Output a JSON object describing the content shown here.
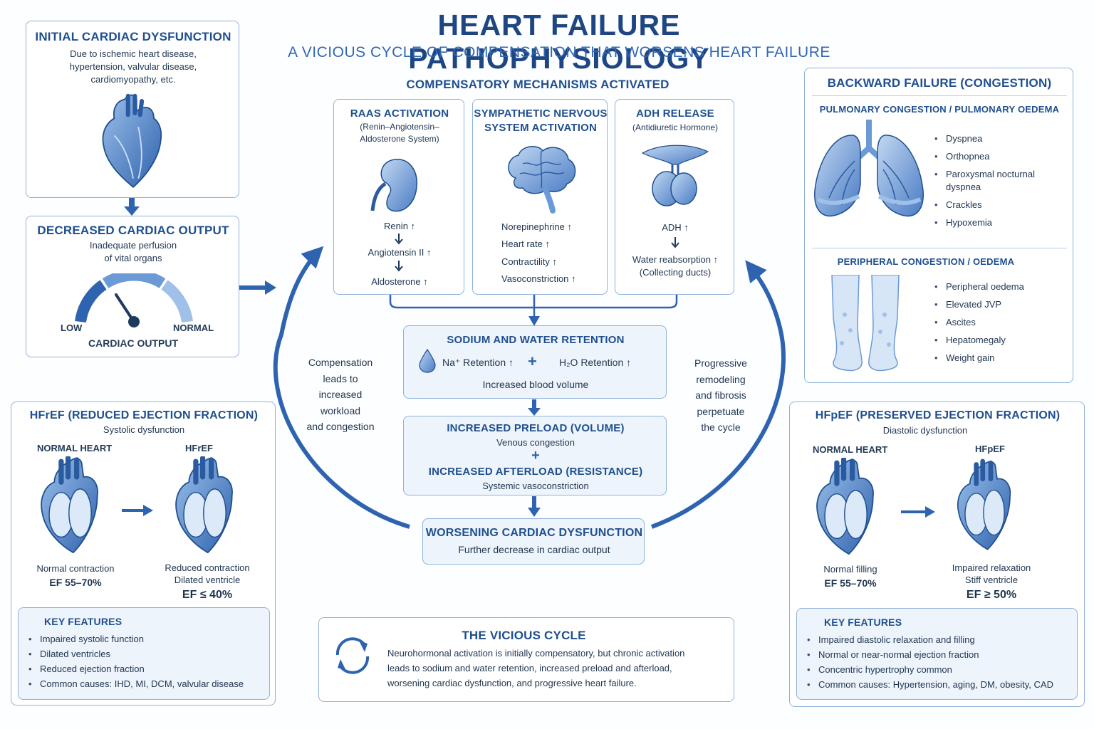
{
  "title": "HEART FAILURE PATHOPHYSIOLOGY",
  "subtitle": "A VICIOUS CYCLE OF COMPENSATION THAT WORSENS HEART FAILURE",
  "colors": {
    "primary": "#1f4f8f",
    "accent": "#2e63b0",
    "light": "#eef4fb",
    "border": "#8fb2db"
  },
  "initial": {
    "title": "INITIAL CARDIAC DYSFUNCTION",
    "lines": [
      "Due to ischemic heart disease,",
      "hypertension, valvular disease,",
      "cardiomyopathy, etc."
    ]
  },
  "decreased": {
    "title": "DECREASED CARDIAC OUTPUT",
    "lines": [
      "Inadequate perfusion",
      "of vital organs"
    ],
    "gauge_low": "LOW",
    "gauge_normal": "NORMAL",
    "gauge_label": "CARDIAC OUTPUT"
  },
  "compensatory_title": "COMPENSATORY MECHANISMS ACTIVATED",
  "raas": {
    "title": "RAAS ACTIVATION",
    "sub": [
      "(Renin–Angiotensin–",
      "Aldosterone System)"
    ],
    "steps": [
      "Renin ↑",
      "Angiotensin II ↑",
      "Aldosterone ↑"
    ]
  },
  "sns": {
    "title": [
      "SYMPATHETIC NERVOUS",
      "SYSTEM ACTIVATION"
    ],
    "items": [
      "Norepinephrine ↑",
      "Heart rate ↑",
      "Contractility ↑",
      "Vasoconstriction ↑"
    ]
  },
  "adh": {
    "title": "ADH RELEASE",
    "sub": "(Antidiuretic Hormone)",
    "item1": "ADH ↑",
    "item2": [
      "Water reabsorption ↑",
      "(Collecting ducts)"
    ]
  },
  "sodium": {
    "title": "SODIUM AND WATER RETENTION",
    "na": "Na⁺ Retention ↑",
    "plus": "+",
    "h2o": "H₂O Retention ↑",
    "volume": "Increased blood volume"
  },
  "preload": {
    "title1": "INCREASED PRELOAD (VOLUME)",
    "sub1": "Venous congestion",
    "plus": "+",
    "title2": "INCREASED AFTERLOAD (RESISTANCE)",
    "sub2": "Systemic vasoconstriction"
  },
  "worsening": {
    "title": "WORSENING CARDIAC DYSFUNCTION",
    "sub": "Further decrease in cardiac output"
  },
  "left_note": [
    "Compensation",
    "leads to",
    "increased",
    "workload",
    "and congestion"
  ],
  "right_note": [
    "Progressive",
    "remodeling",
    "and fibrosis",
    "perpetuate",
    "the cycle"
  ],
  "backward": {
    "title": "BACKWARD FAILURE (CONGESTION)",
    "pulm_title": "PULMONARY CONGESTION / PULMONARY OEDEMA",
    "pulm_items": [
      "Dyspnea",
      "Orthopnea",
      "Paroxysmal nocturnal dyspnea",
      "Crackles",
      "Hypoxemia"
    ],
    "periph_title": "PERIPHERAL CONGESTION / OEDEMA",
    "periph_items": [
      "Peripheral oedema",
      "Elevated JVP",
      "Ascites",
      "Hepatomegaly",
      "Weight gain"
    ]
  },
  "hfref": {
    "title": "HFrEF (REDUCED EJECTION FRACTION)",
    "sub": "Systolic dysfunction",
    "normal_label": "NORMAL HEART",
    "abn_label": "HFrEF",
    "normal_desc": "Normal contraction",
    "normal_ef": "EF 55–70%",
    "abn_desc1": "Reduced contraction",
    "abn_desc2": "Dilated ventricle",
    "abn_ef": "EF ≤ 40%",
    "kf_title": "KEY FEATURES",
    "kf": [
      "Impaired systolic function",
      "Dilated ventricles",
      "Reduced ejection fraction",
      "Common causes: IHD, MI, DCM, valvular disease"
    ]
  },
  "hfpef": {
    "title": "HFpEF (PRESERVED EJECTION FRACTION)",
    "sub": "Diastolic dysfunction",
    "normal_label": "NORMAL HEART",
    "abn_label": "HFpEF",
    "normal_desc": "Normal filling",
    "normal_ef": "EF 55–70%",
    "abn_desc1": "Impaired relaxation",
    "abn_desc2": "Stiff ventricle",
    "abn_ef": "EF ≥ 50%",
    "kf_title": "KEY FEATURES",
    "kf": [
      "Impaired diastolic relaxation and filling",
      "Normal or near-normal ejection fraction",
      "Concentric hypertrophy common",
      "Common causes: Hypertension, aging, DM, obesity, CAD"
    ]
  },
  "vicious": {
    "title": "THE VICIOUS CYCLE",
    "lines": [
      "Neurohormonal activation is initially compensatory, but chronic activation",
      "leads to sodium and water retention, increased preload and afterload,",
      "worsening cardiac dysfunction, and progressive heart failure."
    ]
  }
}
